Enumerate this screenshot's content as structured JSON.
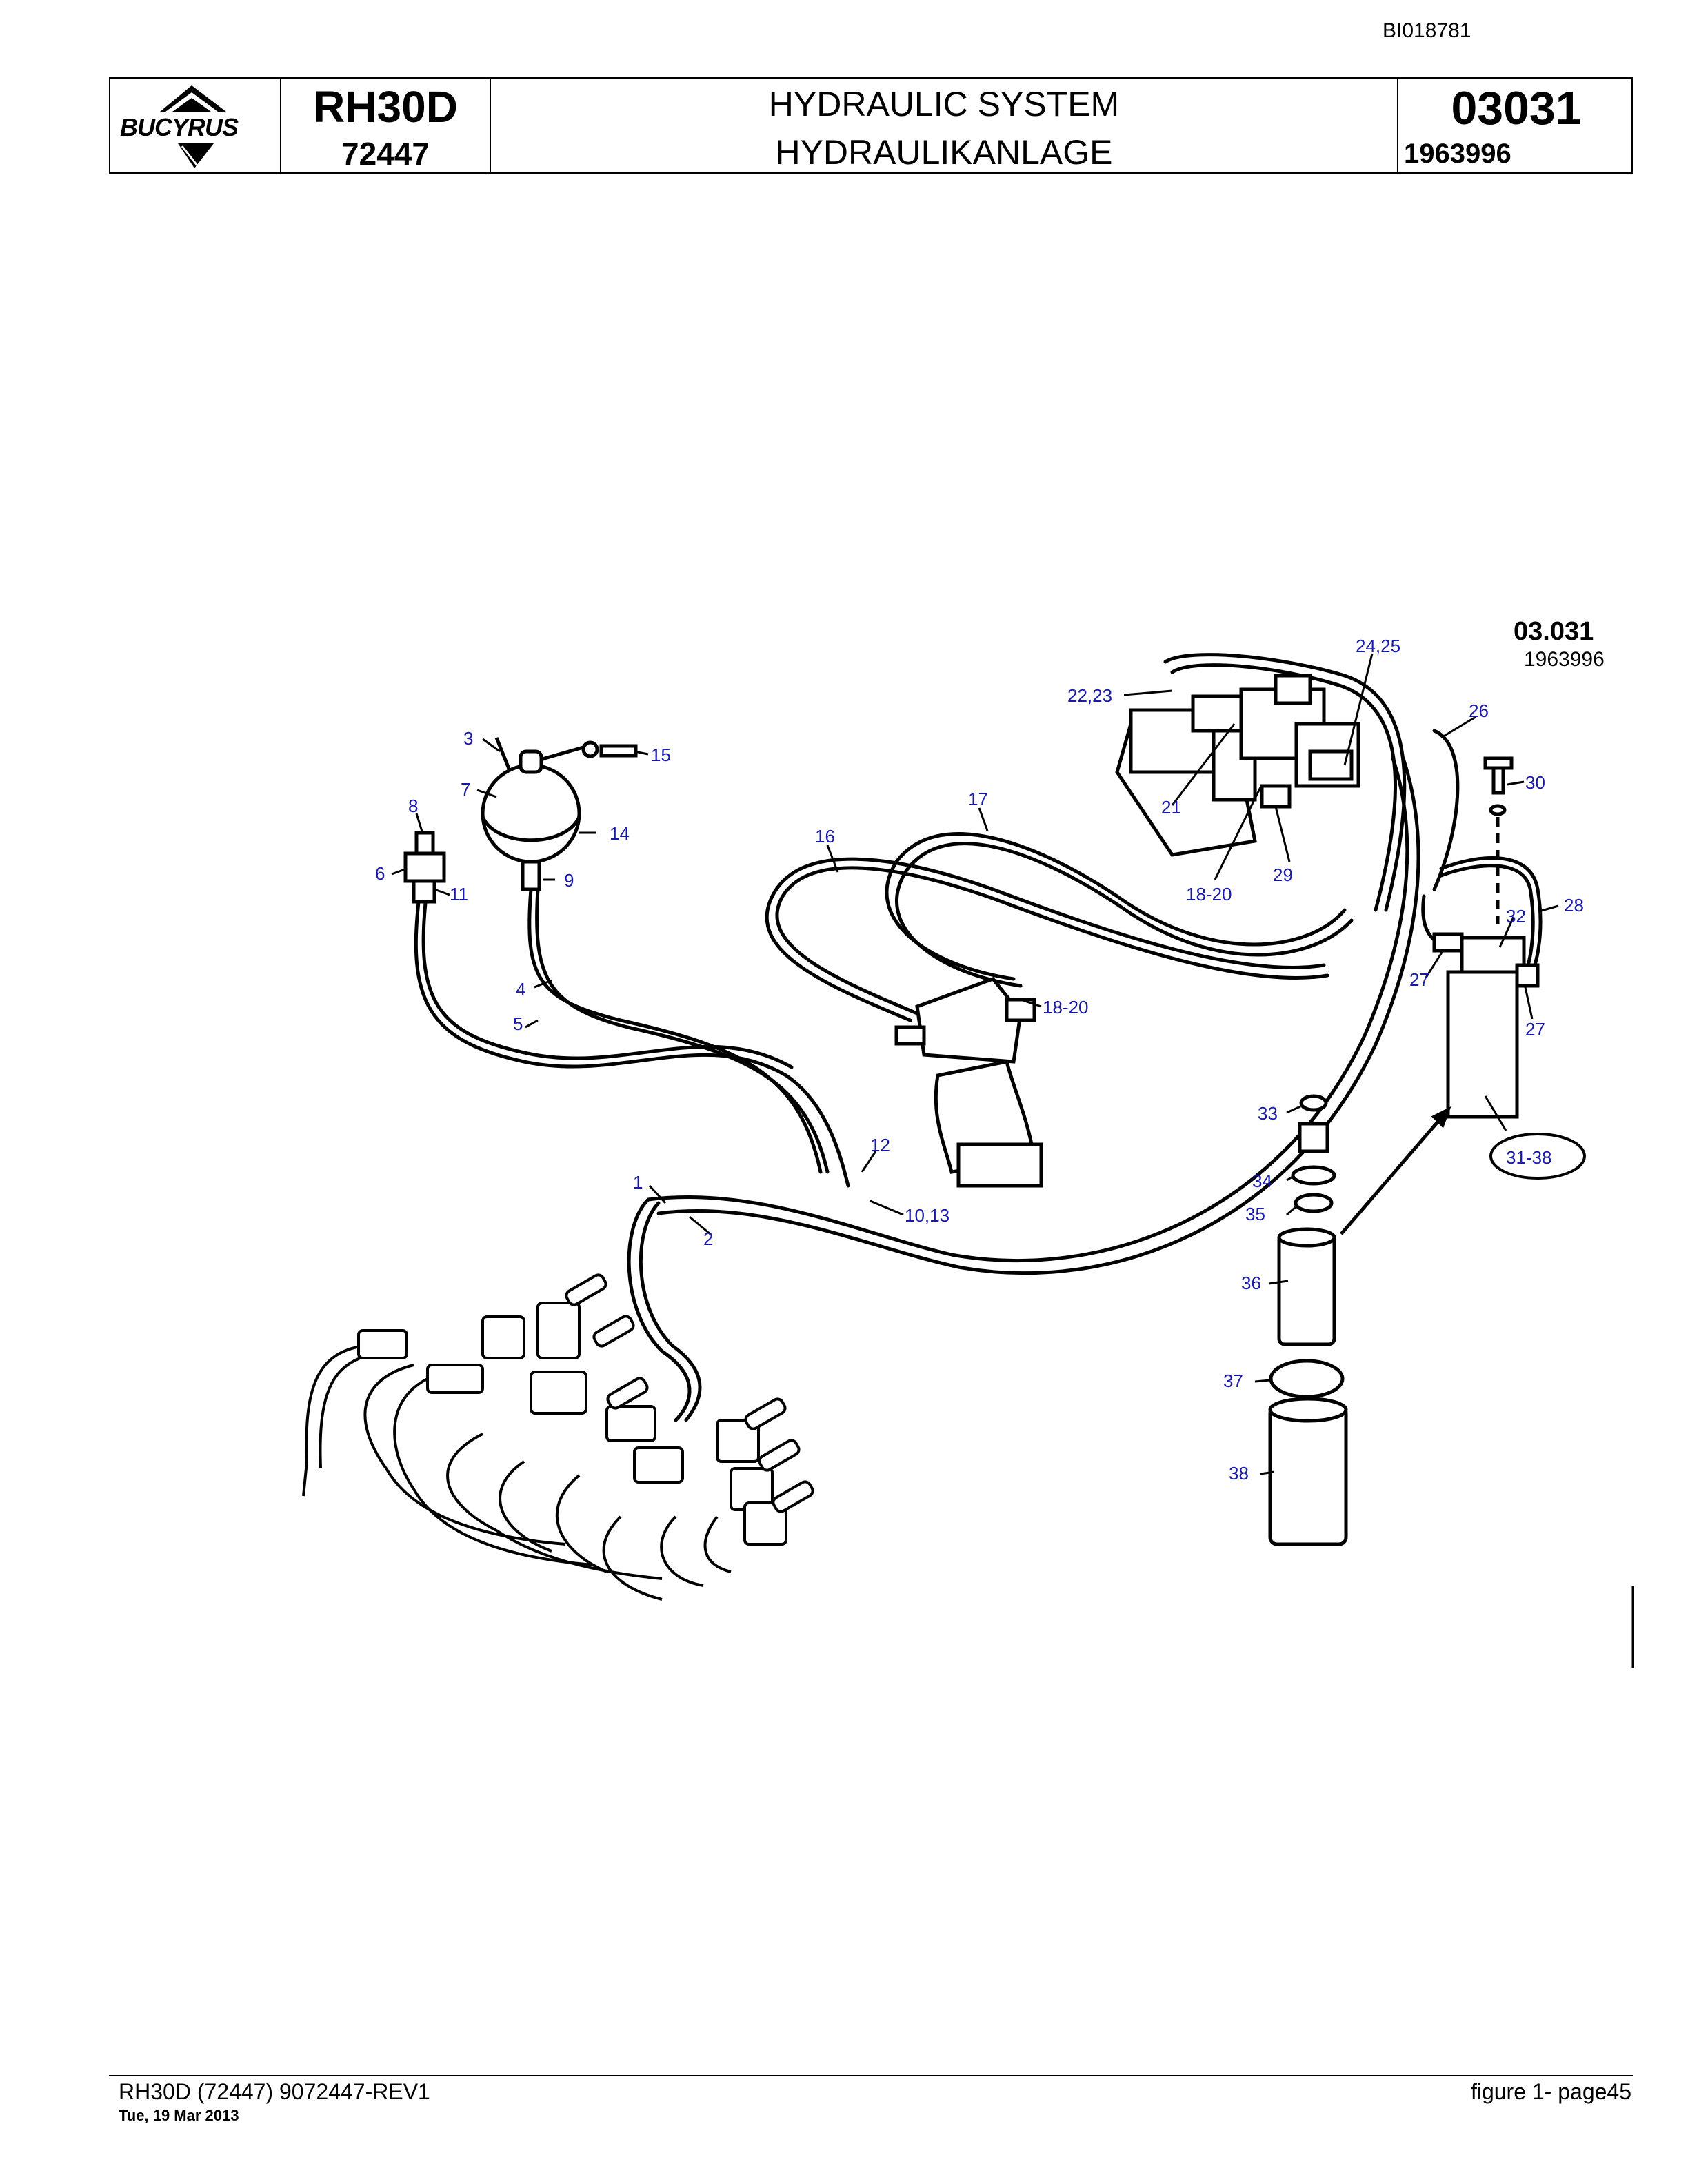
{
  "doc_id": "BI018781",
  "header": {
    "brand": "BUCYRUS",
    "model": "RH30D",
    "serial": "72447",
    "title_en": "HYDRAULIC SYSTEM",
    "title_de": "HYDRAULIKANLAGE",
    "sheet": "03031",
    "part_no": "1963996"
  },
  "drawing": {
    "ref_code": "03.031",
    "ref_number": "1963996",
    "callouts": [
      "1",
      "2",
      "3",
      "4",
      "5",
      "6",
      "7",
      "8",
      "9",
      "10,13",
      "11",
      "12",
      "14",
      "15",
      "16",
      "17",
      "18-20",
      "18-20",
      "21",
      "22,23",
      "24,25",
      "26",
      "27",
      "27",
      "28",
      "29",
      "30",
      "31-38",
      "32",
      "33",
      "34",
      "35",
      "36",
      "37",
      "38"
    ]
  },
  "footer": {
    "left": "RH30D (72447) 9072447-REV1",
    "date": "Tue, 19 Mar 2013",
    "right": "figure  1- page45"
  }
}
